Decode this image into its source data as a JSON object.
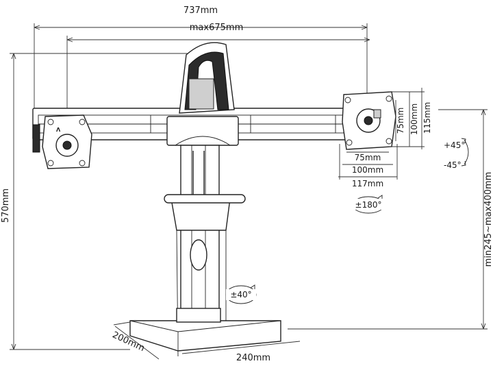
{
  "diagram": {
    "dimensions": {
      "overall_width": "737mm",
      "arm_span": "max675mm",
      "vesa_h_75": "75mm",
      "vesa_h_100": "100mm",
      "plate_width": "117mm",
      "vesa_v_75": "75mm",
      "vesa_v_100": "100mm",
      "plate_height": "115mm",
      "total_height": "570mm",
      "height_range": "min245~max400mm",
      "base_depth": "200mm",
      "base_width": "240mm"
    },
    "rotations": {
      "tilt_up": "+45°",
      "tilt_down": "-45°",
      "rotate": "±180°",
      "swivel": "±40°"
    }
  }
}
